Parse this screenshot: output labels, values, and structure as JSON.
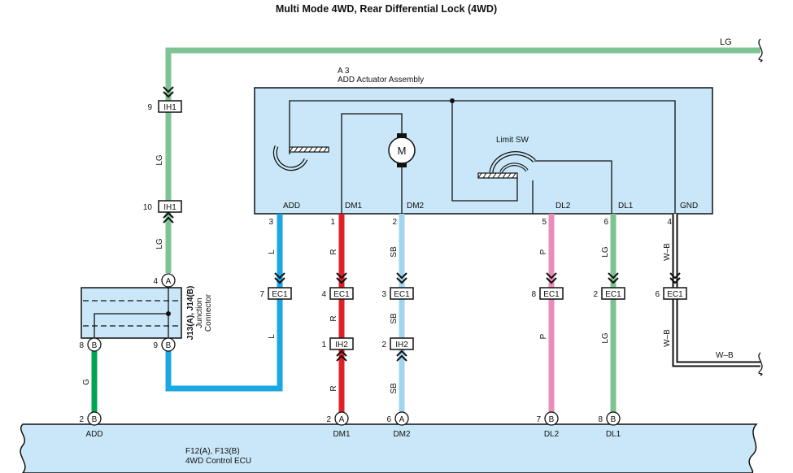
{
  "title": "Multi Mode 4WD, Rear Differential Lock (4WD)",
  "actuator": {
    "code": "A 3",
    "name": "ADD Actuator Assembly",
    "motor": "M",
    "limit_sw": "Limit SW"
  },
  "terminals": {
    "add": {
      "label": "ADD",
      "pin": "3"
    },
    "dm1": {
      "label": "DM1",
      "pin": "1"
    },
    "dm2": {
      "label": "DM2",
      "pin": "2"
    },
    "dl2": {
      "label": "DL2",
      "pin": "5"
    },
    "dl1": {
      "label": "DL1",
      "pin": "6"
    },
    "gnd": {
      "label": "GND",
      "pin": "4"
    }
  },
  "wire_colors": {
    "LG": "#7ec394",
    "L": "#1aa7e4",
    "R": "#e02228",
    "SB": "#9fd5ef",
    "P": "#ea8db8",
    "G": "#00a551",
    "W-B": "#222222"
  },
  "wire_labels": {
    "lg_top_right": "LG",
    "lg_vertical_1": "LG",
    "lg_vertical_2": "LG",
    "add_l_1": "L",
    "add_l_2": "L",
    "dm1_r_1": "R",
    "dm1_r_2": "R",
    "dm1_r_3": "R",
    "dm2_sb_1": "SB",
    "dm2_sb_2": "SB",
    "dm2_sb_3": "SB",
    "dl2_p_1": "P",
    "dl2_p_2": "P",
    "dl1_lg_1": "LG",
    "dl1_lg_2": "LG",
    "gnd_wb_1": "W–B",
    "gnd_wb_2": "W–B",
    "gnd_wb_right": "W–B",
    "g_wire": "G"
  },
  "connectors": {
    "ih1_top": {
      "name": "IH1",
      "pin": "9"
    },
    "ih1_bottom": {
      "name": "IH1",
      "pin": "10"
    },
    "ec1_add": {
      "name": "EC1",
      "pin": "7"
    },
    "ec1_dm1": {
      "name": "EC1",
      "pin": "4"
    },
    "ec1_dm2": {
      "name": "EC1",
      "pin": "3"
    },
    "ec1_dl2": {
      "name": "EC1",
      "pin": "8"
    },
    "ec1_dl1": {
      "name": "EC1",
      "pin": "2"
    },
    "ec1_gnd": {
      "name": "EC1",
      "pin": "6"
    },
    "ih2_dm1": {
      "name": "IH2",
      "pin": "1"
    },
    "ih2_dm2": {
      "name": "IH2",
      "pin": "2"
    }
  },
  "junction": {
    "title": "J13(A), J14(B)",
    "line2": "Junction",
    "line3": "Connector",
    "pin_top": {
      "pin": "4",
      "tag": "A"
    },
    "pin_left": {
      "pin": "8",
      "tag": "B"
    },
    "pin_right": {
      "pin": "9",
      "tag": "B"
    }
  },
  "ecu": {
    "code": "F12(A), F13(B)",
    "name": "4WD Control ECU",
    "pins": [
      {
        "pin": "2",
        "tag": "B",
        "label": "ADD"
      },
      {
        "pin": "2",
        "tag": "A",
        "label": "DM1"
      },
      {
        "pin": "6",
        "tag": "A",
        "label": "DM2"
      },
      {
        "pin": "7",
        "tag": "B",
        "label": "DL2"
      },
      {
        "pin": "8",
        "tag": "B",
        "label": "DL1"
      }
    ]
  }
}
